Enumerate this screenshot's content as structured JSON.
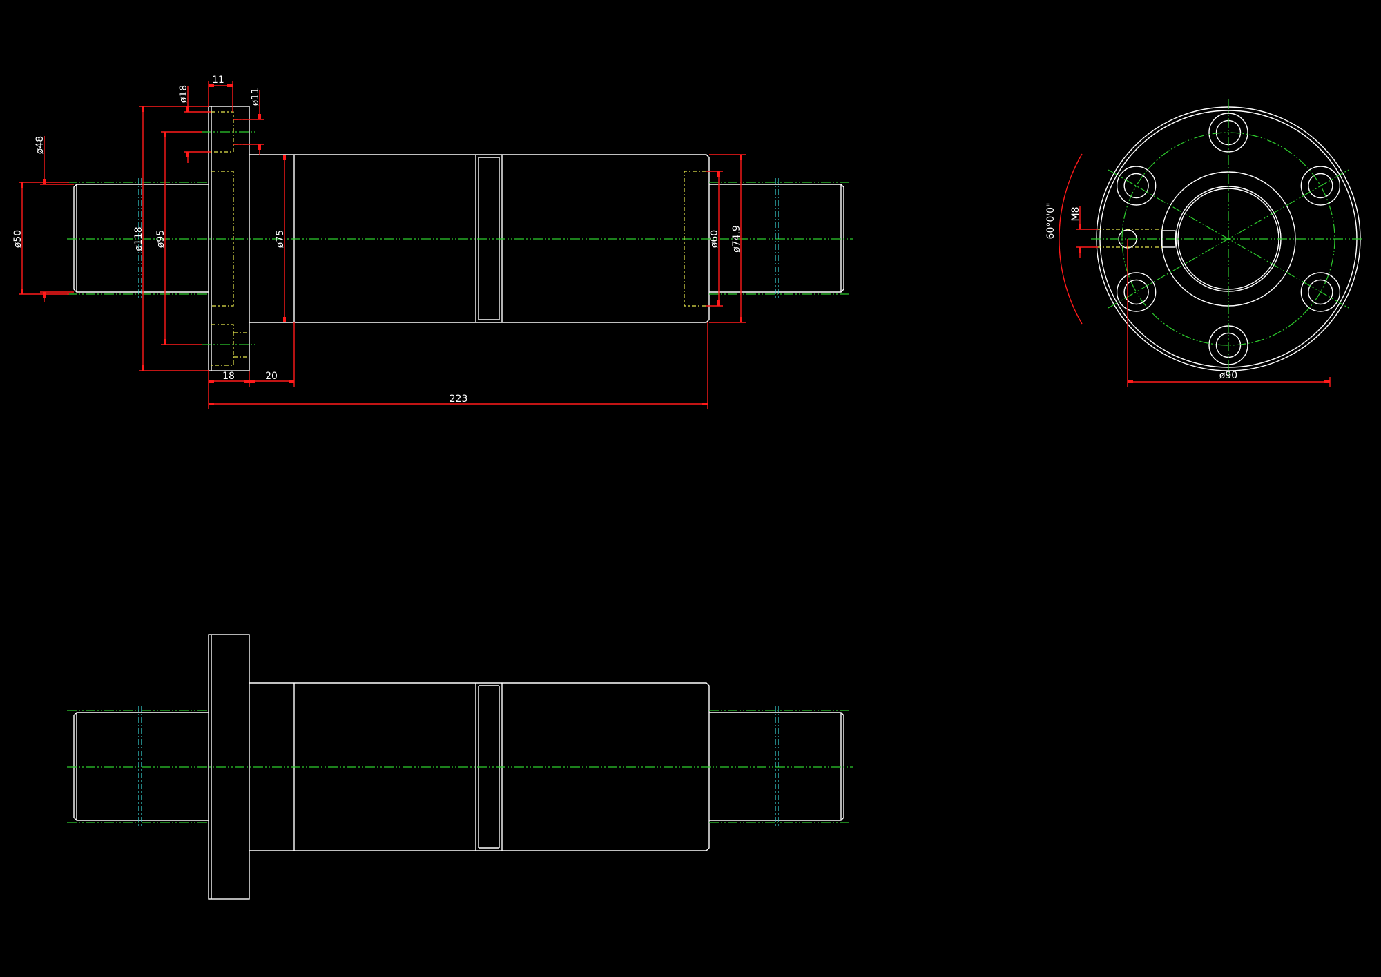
{
  "drawing": {
    "colors": {
      "outline": "#ffffff",
      "dimension": "#ff1a1a",
      "centerline": "#2ecc2e",
      "thread": "#38d6d6",
      "hidden": "#e6e64c",
      "background": "#000000"
    },
    "front_view_dims": {
      "d50": "ø50",
      "d48": "ø48",
      "d118": "ø118",
      "d95": "ø95",
      "d18": "ø18",
      "w11": "11",
      "d11": "ø11",
      "d75": "ø75",
      "w18": "18",
      "w20": "20",
      "len223": "223",
      "d60": "ø60",
      "d749": "ø74.9"
    },
    "end_view_dims": {
      "m8": "M8",
      "angle": "60°0'0\"",
      "d90": "ø90"
    }
  }
}
